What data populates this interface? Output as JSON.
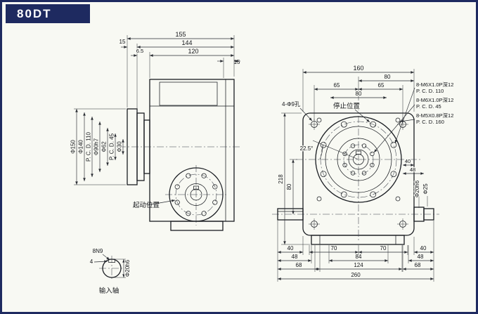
{
  "header": {
    "model": "80DT"
  },
  "left": {
    "d155": "155",
    "d144": "144",
    "d120": "120",
    "d15a": "15",
    "d65": "6.5",
    "d15b": "15",
    "side": [
      "Φ150",
      "Φ140",
      "P. C. D. 110",
      "Φ90h7",
      "Φ62",
      "P. C. D. 45",
      "Φ30"
    ],
    "start": "起动位置"
  },
  "shaft": {
    "key": "8N9",
    "depth": "4",
    "dia": "Φ20h6",
    "label": "输入轴"
  },
  "front": {
    "d160": "160",
    "d80top": "80",
    "d65a": "65",
    "d65b": "65",
    "d80mid": "80",
    "stop": "停止位置",
    "holes": "4-Φ9孔",
    "angle": "22.5°",
    "d218": "218",
    "d80left": "80",
    "callouts": [
      {
        "thread": "8-M6X1.0P深12",
        "pcd": "P. C. D. 110"
      },
      {
        "thread": "8-M6X1.0P深12",
        "pcd": "P. C. D. 45"
      },
      {
        "thread": "8-M5X0.8P深12",
        "pcd": "P. C. D. 160"
      }
    ],
    "d40r": "40",
    "d48r": "48",
    "dia20": "Φ20h6",
    "dia25": "Φ25",
    "b40l": "40",
    "b48l": "48",
    "b68l": "68",
    "b70a": "70",
    "b70b": "70",
    "b84": "84",
    "b124": "124",
    "b260": "260",
    "b40r": "40",
    "b48r": "48",
    "b68r": "68"
  }
}
